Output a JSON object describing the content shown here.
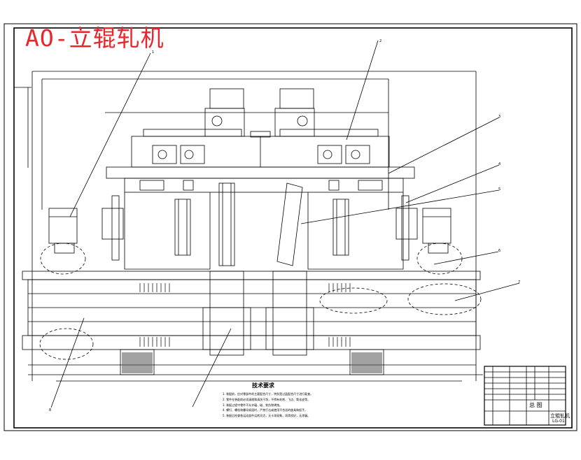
{
  "title": "AO-立辊轧机",
  "tech_requirements": {
    "heading": "技术要求",
    "notes": [
      "1. 装配前，应对零部件的主要配合尺寸，特别是过盈配合尺寸进行复查。",
      "2. 零件在装配前必须清理和清洗干净，不得有毛刺、飞边、氧化皮等。",
      "3. 装配过程中零件不允许磕、碰、划伤和锈蚀。",
      "4. 螺钉、螺栓和螺母紧固时，严禁打击或使用不合适的旋具和扳手。",
      "5. 装配后检查各运动部件运转灵活，无卡滞现象，润滑良好，无渗漏。"
    ]
  },
  "title_block": {
    "drawing_name": "总 图",
    "product_name": "立辊轧机",
    "drawing_number": "LG-01"
  },
  "balloons": [
    "1",
    "2",
    "3",
    "4",
    "5",
    "6",
    "7",
    "8"
  ]
}
